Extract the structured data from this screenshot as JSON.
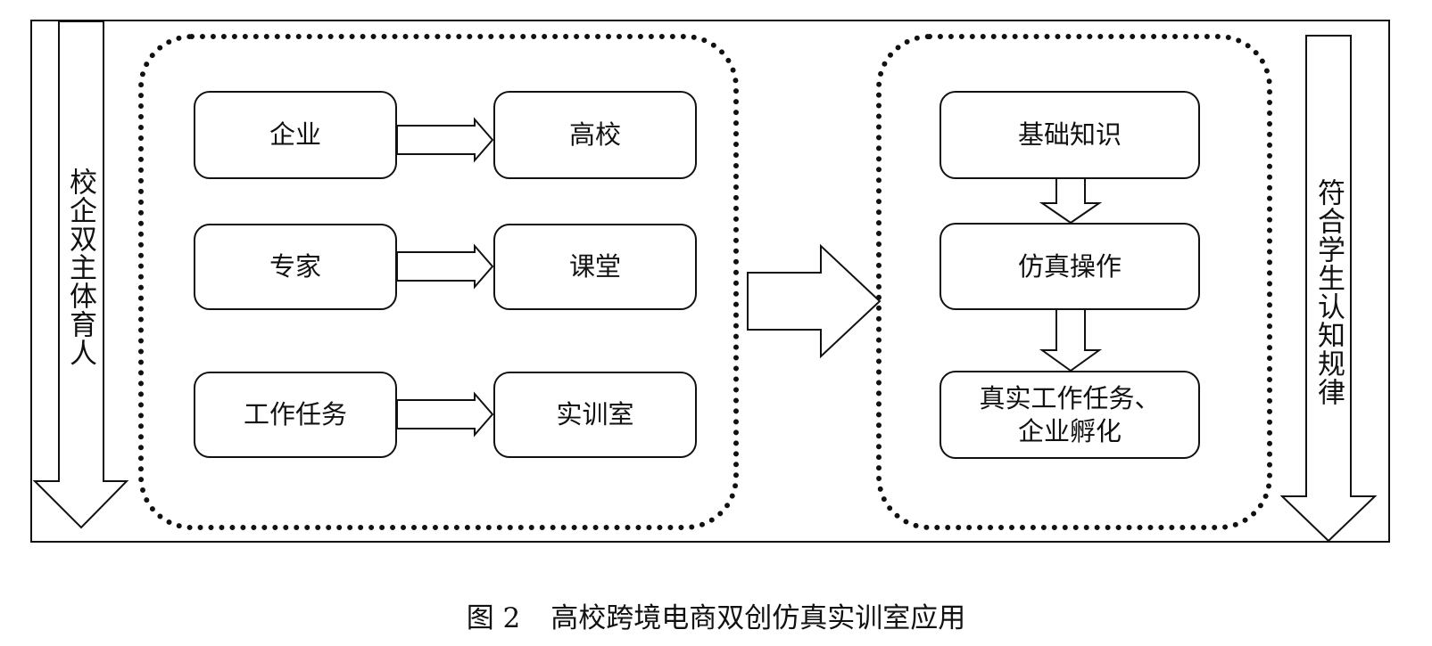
{
  "figure": {
    "left_label": "校企双主体育人",
    "right_label": "符合学生认知规律",
    "left_group": {
      "rows": [
        {
          "from": "企业",
          "to": "高校"
        },
        {
          "from": "专家",
          "to": "课堂"
        },
        {
          "from": "工作任务",
          "to": "实训室"
        }
      ]
    },
    "right_group": {
      "steps": [
        "基础知识",
        "仿真操作"
      ],
      "final_step": {
        "line1": "真实工作任务、",
        "line2": "企业孵化"
      }
    },
    "caption": {
      "number": "图 2",
      "title": "高校跨境电商双创仿真实训室应用"
    }
  }
}
